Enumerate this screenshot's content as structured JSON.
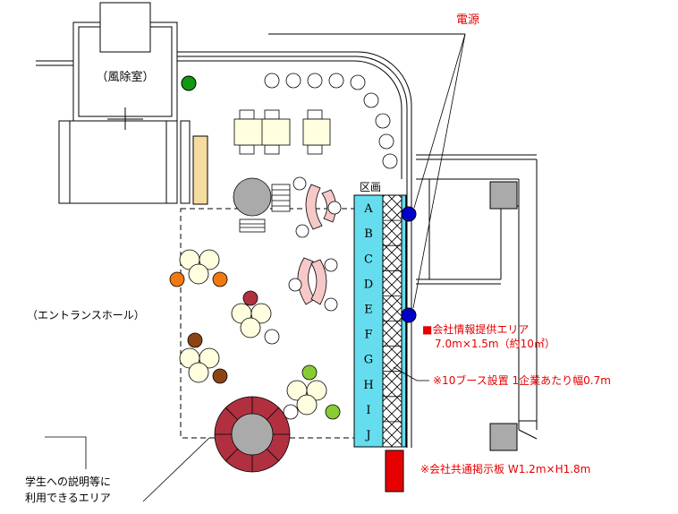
{
  "labels": {
    "power_label": "電源",
    "wind_room": "（風除室）",
    "section_label": "区画",
    "entrance_hall": "（エントランスホール）",
    "info_area_title": "■会社情報提供エリア",
    "info_area_size": "7.0m×1.5m（約10㎡）",
    "booth_note": "※10ブース設置  1企業あたり幅0.7m",
    "board_note": "※会社共通掲示板  W1.2m×H1.8m",
    "student_area_line1": "学生への説明等に",
    "student_area_line2": "利用できるエリア"
  },
  "booth_letters": [
    "A",
    "B",
    "C",
    "D",
    "E",
    "F",
    "G",
    "H",
    "I",
    "J"
  ],
  "colors": {
    "booth_area": "#66ddee",
    "red_text": "#e60000",
    "board": "#e60000",
    "power_outlet": "#0000cc",
    "partition": "#f5dca0",
    "table": "#ffffe0",
    "pink_bench": "#f7c8c8",
    "round_bench": "#b03040",
    "orange_chair": "#f07a10",
    "brown_chair": "#8b4513",
    "green_chair": "#88cc33",
    "plant": "#119911",
    "gray_fixture": "#aaaaaa"
  },
  "icons": [
    "power-outlet-icon",
    "plant-icon"
  ]
}
